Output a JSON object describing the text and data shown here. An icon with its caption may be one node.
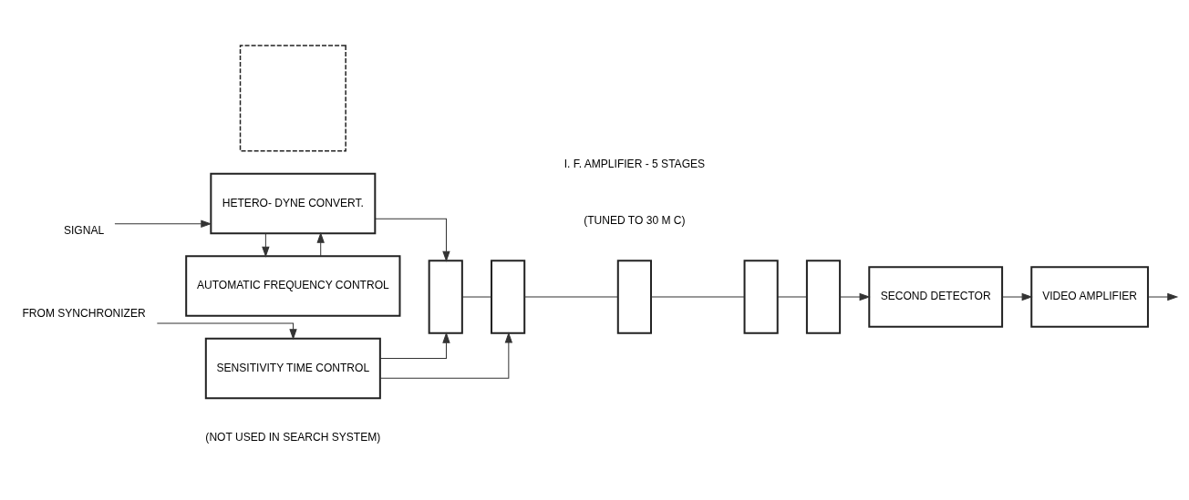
{
  "diagram": {
    "nodes": [
      {
        "text": [
          "SIGNAL"
        ]
      },
      {
        "text": [],
        "shape": "box"
      },
      {
        "text": [
          "HETERO- DYNE CONVERT."
        ]
      },
      {
        "text": [],
        "shape": "box"
      },
      {
        "text": [],
        "shape": "box"
      },
      {
        "text": [],
        "shape": "box"
      },
      {
        "text": [],
        "shape": "box"
      },
      {
        "text": [],
        "shape": "box"
      },
      {
        "text": [
          "SECOND DETECTOR"
        ]
      },
      {
        "text": [
          "VIDEO AMPLIFIER"
        ]
      },
      {
        "text": [
          "AUTOMATIC FREQUENCY CONTROL"
        ]
      },
      {
        "text": [
          "FROM SYNCHRONIZER"
        ]
      },
      {
        "text": [
          "SENSITIVITY TIME CONTROL"
        ]
      }
    ],
    "edges": [
      {
        "from": 0,
        "to": 2,
        "arrow": "to"
      },
      {
        "from": 2,
        "to": 3,
        "arrow": "to"
      },
      {
        "from": 2,
        "to": 10,
        "arrow": "to"
      },
      {
        "from": 10,
        "to": 2,
        "arrow": "to"
      },
      {
        "from": 3,
        "to": 4,
        "arrow": "none"
      },
      {
        "from": 4,
        "to": 5,
        "arrow": "none"
      },
      {
        "from": 5,
        "to": 6,
        "arrow": "none"
      },
      {
        "from": 6,
        "to": 7,
        "arrow": "none"
      },
      {
        "from": 7,
        "to": 8,
        "arrow": "to"
      },
      {
        "from": 8,
        "to": 9,
        "arrow": "to"
      },
      {
        "from": 9,
        "to": null,
        "arrow": "to"
      },
      {
        "from": 11,
        "to": 12,
        "arrow": "to"
      },
      {
        "from": 12,
        "to": 3,
        "arrow": "to"
      },
      {
        "from": 12,
        "to": 4,
        "arrow": "to"
      }
    ],
    "labels": [
      "I. F. AMPLIFIER - 5 STAGES",
      "(TUNED TO 30 M C)",
      "(NOT USED IN SEARCH SYSTEM)"
    ]
  }
}
